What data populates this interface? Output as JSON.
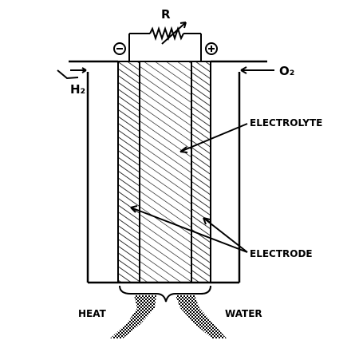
{
  "labels": {
    "resistor": "R",
    "negative_terminal": "⊖",
    "positive_terminal": "⊕",
    "hydrogen": "H₂",
    "oxygen": "O₂",
    "electrolyte": "ELECTROLYTE",
    "electrode": "ELECTRODE",
    "heat": "HEAT",
    "water": "WATER"
  },
  "colors": {
    "ink": "#000000",
    "paper": "#ffffff"
  }
}
